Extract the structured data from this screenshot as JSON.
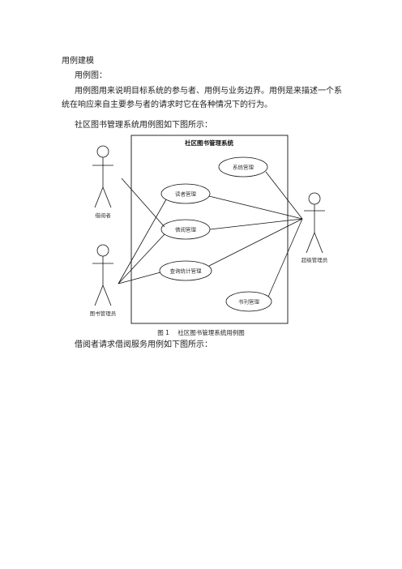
{
  "heading": "用例建模",
  "subheading": "用例图：",
  "paragraph1": "用例图用来说明目标系统的参与者、用例与业务边界。用例是来描述一个系统在响应来自主要参与者的请求时它在各种情况下的行为。",
  "paragraph2": "社区图书管理系统用例图如下图所示：",
  "diagram": {
    "system_title": "社区图书管理系统",
    "actors": {
      "borrower": "借阅者",
      "librarian": "图书管理员",
      "super_admin": "超级管理员"
    },
    "use_cases": {
      "system_management": "系统管理",
      "reader_management": "读者管理",
      "borrow_management": "借阅管理",
      "query_statistics": "查询统计管理",
      "book_management": "书刊管理"
    }
  },
  "caption": {
    "number": "图 1",
    "text": "社区图书管理系统用例图"
  },
  "paragraph3": "借阅者请求借阅服务用例如下图所示："
}
